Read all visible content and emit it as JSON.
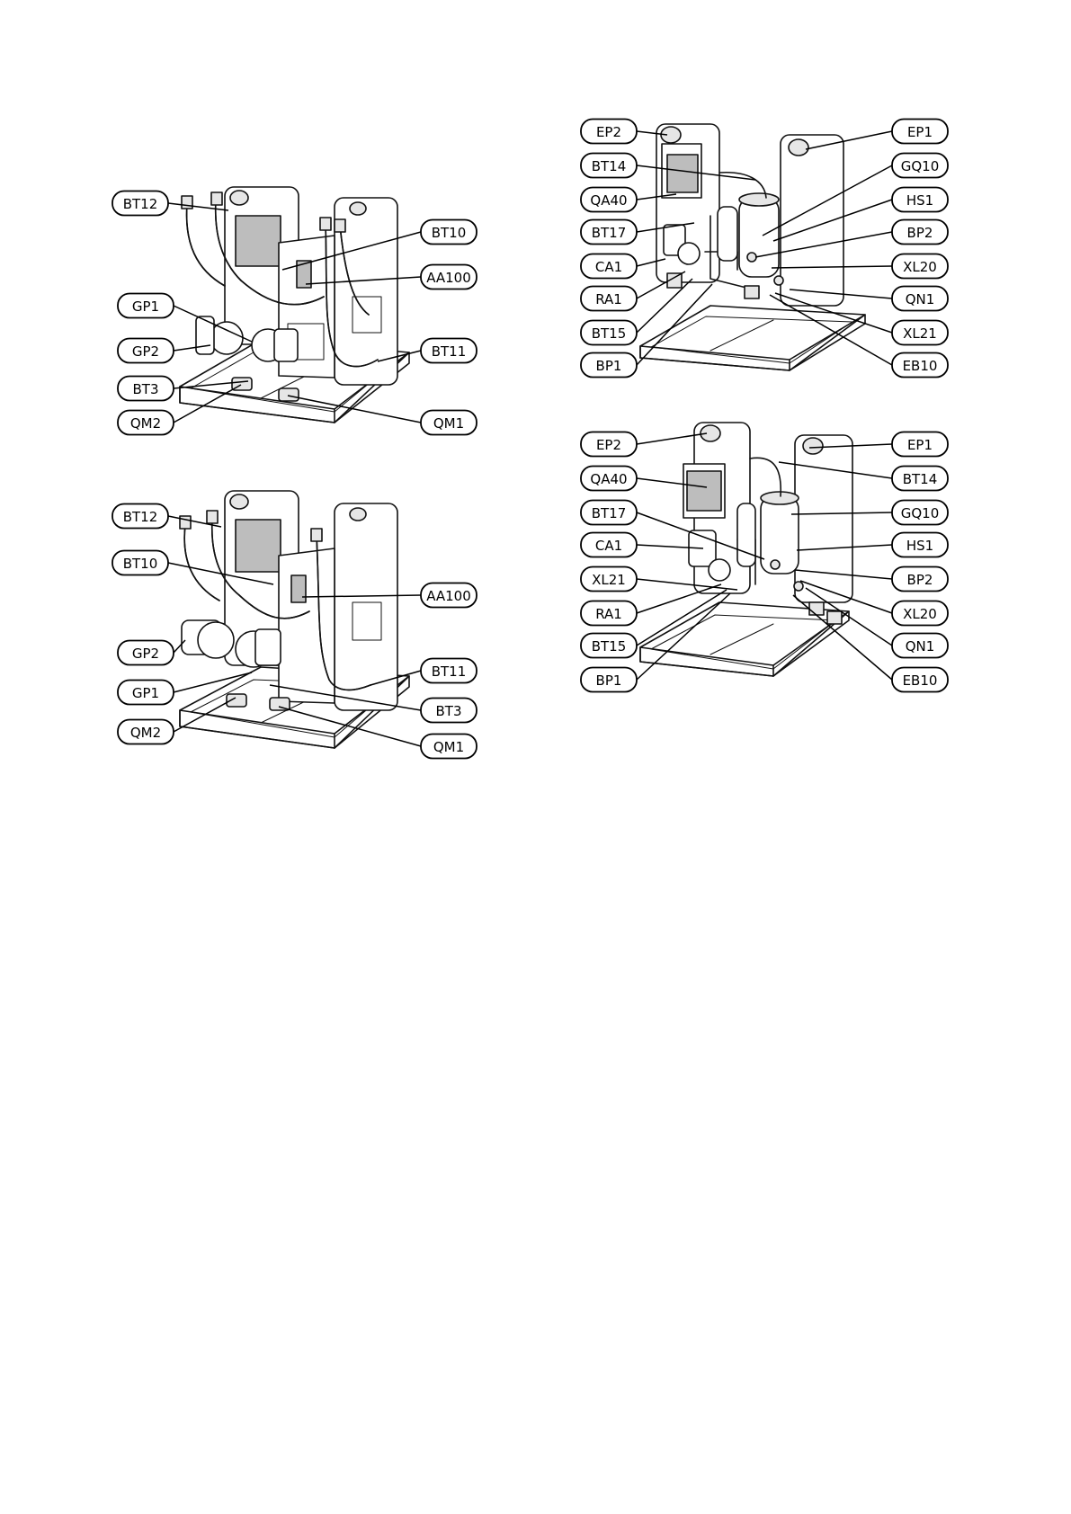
{
  "diagrams": [
    {
      "id": "hydraulic-top",
      "labels": [
        "BT12",
        "BT10",
        "AA100",
        "GP1",
        "GP2",
        "BT11",
        "BT3",
        "QM2",
        "QM1"
      ]
    },
    {
      "id": "hydraulic-bottom",
      "labels": [
        "BT12",
        "BT10",
        "AA100",
        "GP2",
        "GP1",
        "BT11",
        "BT3",
        "QM2",
        "QM1"
      ]
    },
    {
      "id": "cooling-top",
      "labels": [
        "EP2",
        "BT14",
        "QA40",
        "BT17",
        "CA1",
        "RA1",
        "BT15",
        "BP1",
        "EP1",
        "GQ10",
        "HS1",
        "BP2",
        "XL20",
        "QN1",
        "XL21",
        "EB10"
      ]
    },
    {
      "id": "cooling-bottom",
      "labels": [
        "EP2",
        "QA40",
        "BT17",
        "CA1",
        "XL21",
        "RA1",
        "BT15",
        "BP1",
        "EP1",
        "BT14",
        "GQ10",
        "HS1",
        "BP2",
        "XL20",
        "QN1",
        "EB10"
      ]
    }
  ]
}
